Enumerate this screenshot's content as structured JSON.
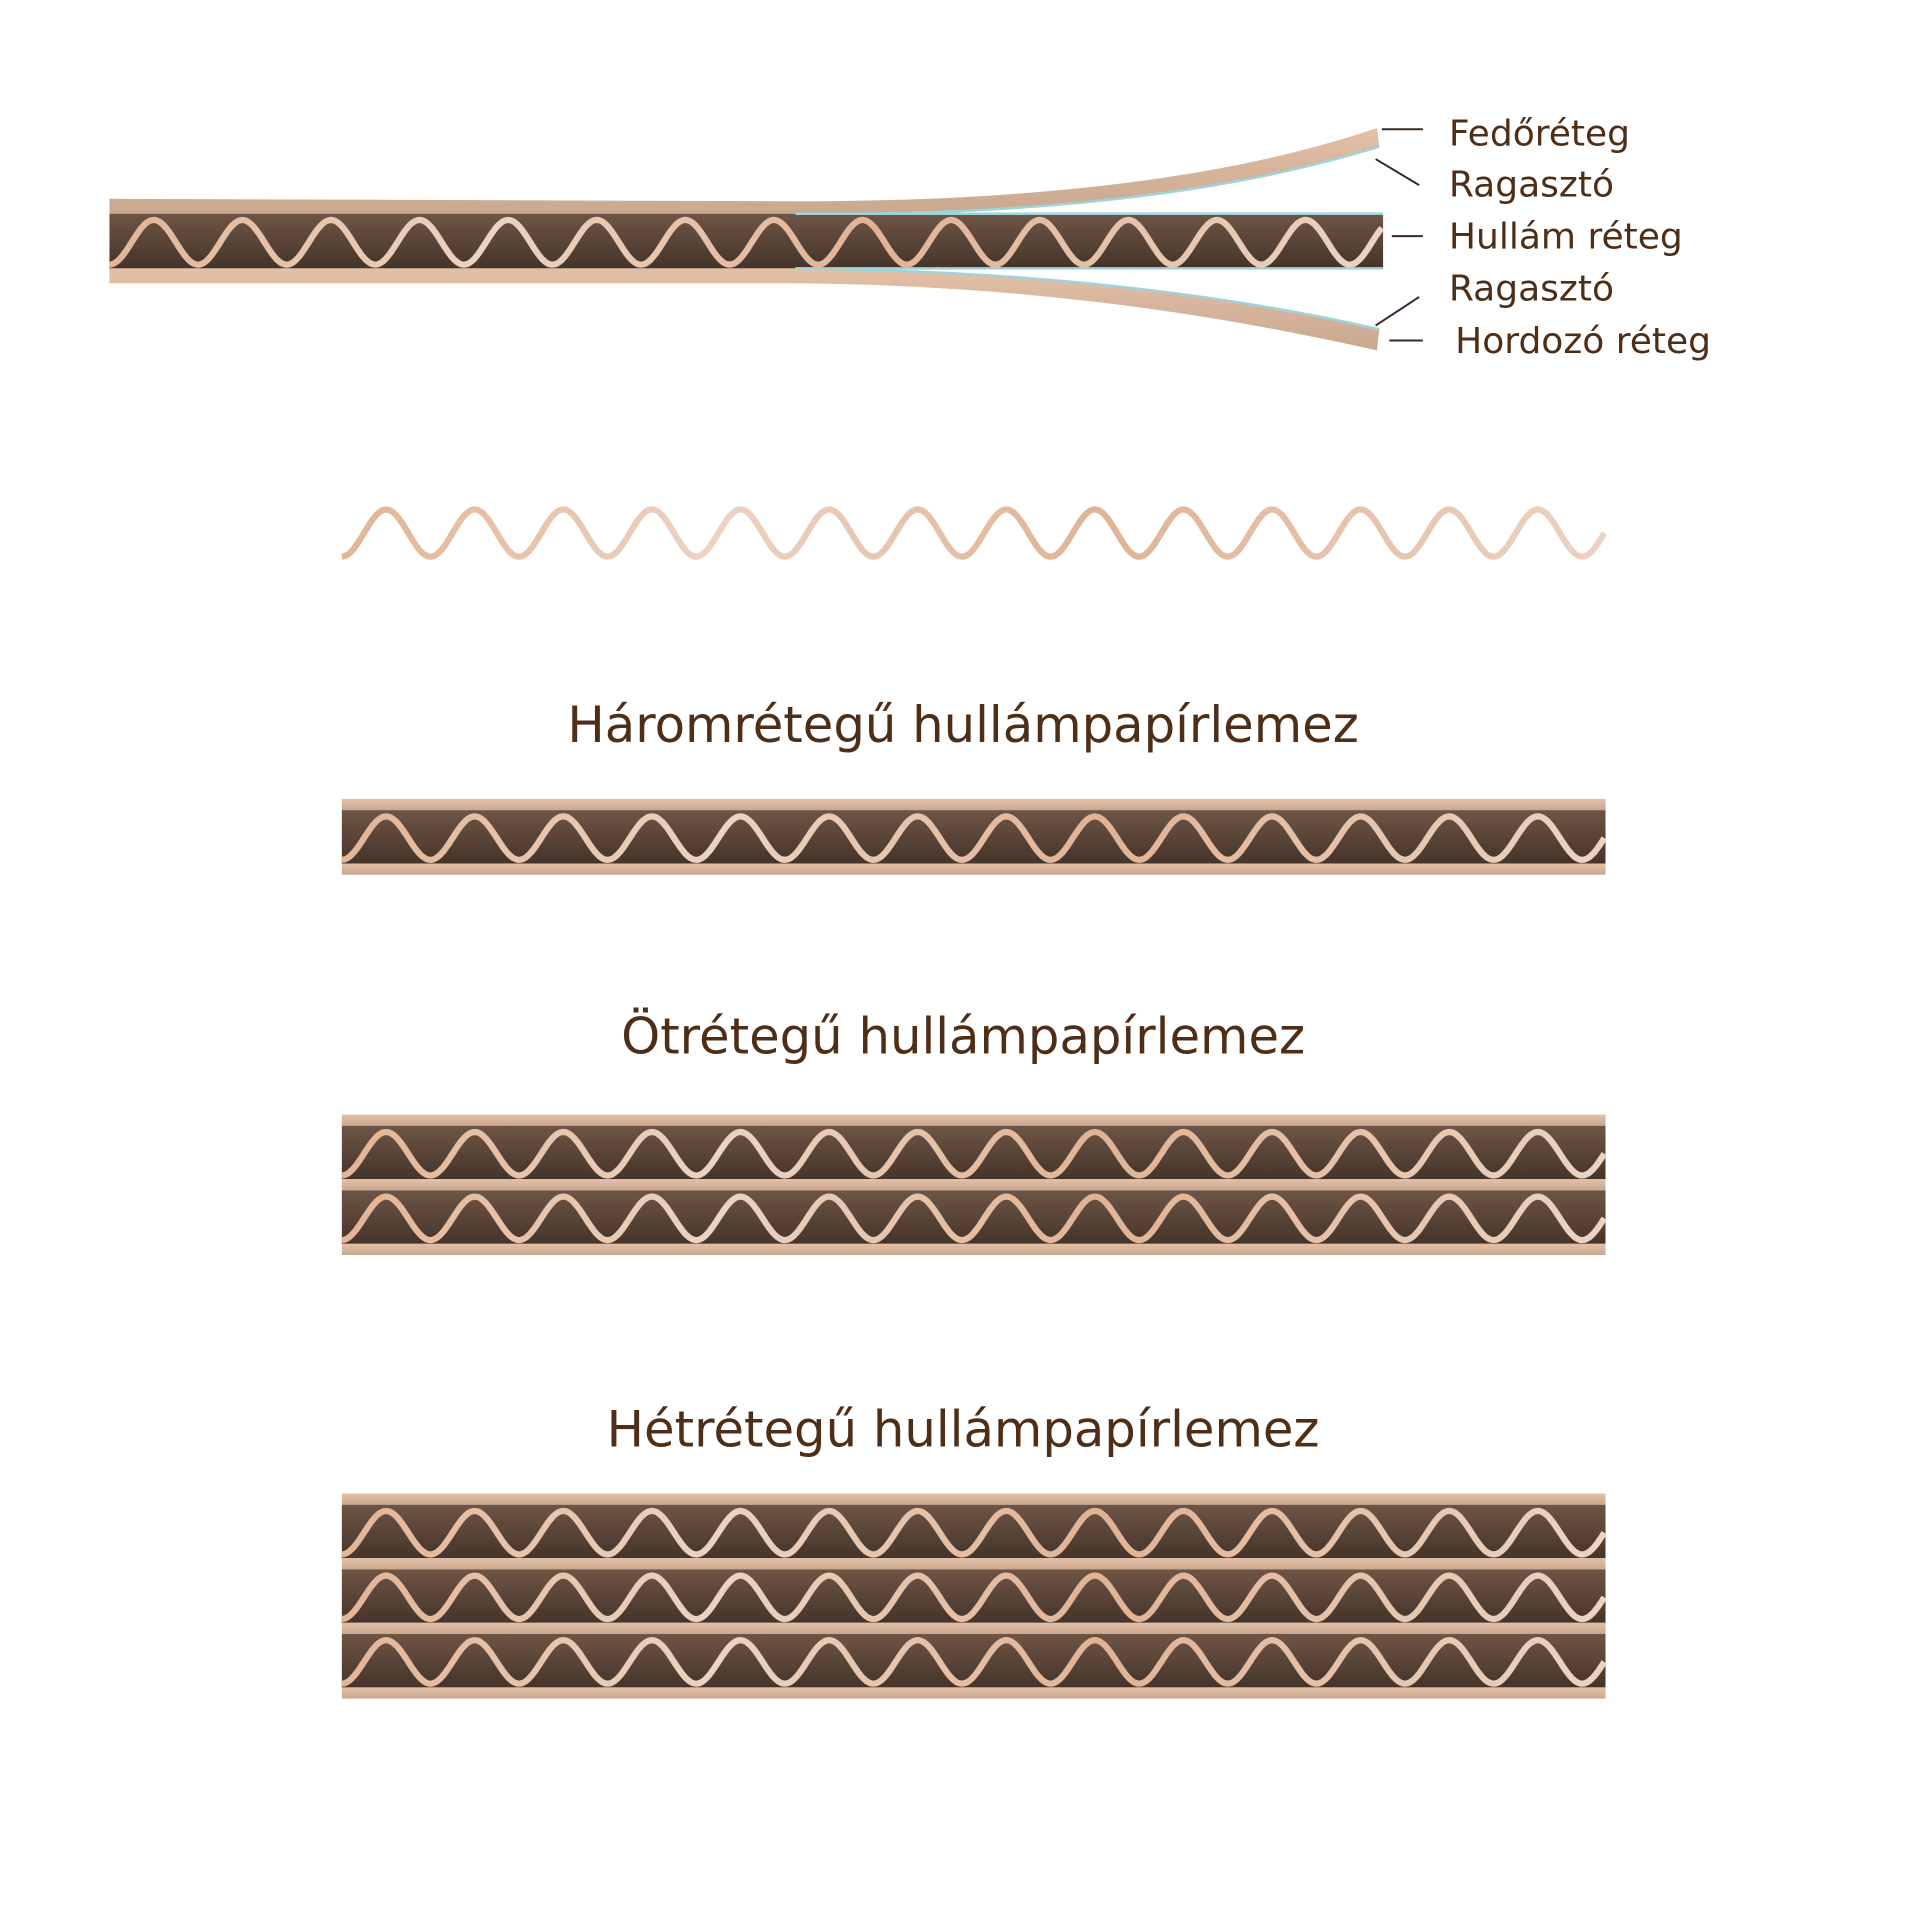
{
  "labels": {
    "cover": "Fedőréteg",
    "glue_top": "Ragasztó",
    "flute": "Hullám réteg",
    "glue_bottom": "Ragasztó",
    "carrier": "Hordozó réteg"
  },
  "boards": [
    {
      "title": "Háromrétegű hullámpapírlemez",
      "flute_layers": 1
    },
    {
      "title": "Ötrétegű hullámpapírlemez",
      "flute_layers": 2
    },
    {
      "title": "Hétrétegű hullámpapírlemez",
      "flute_layers": 3
    }
  ],
  "colors": {
    "liner": "#dfb9a0",
    "flute_bg": "#5c4535",
    "wave": "#e8c5aa",
    "glue": "#9fd3dc",
    "text": "#4e2e17"
  }
}
